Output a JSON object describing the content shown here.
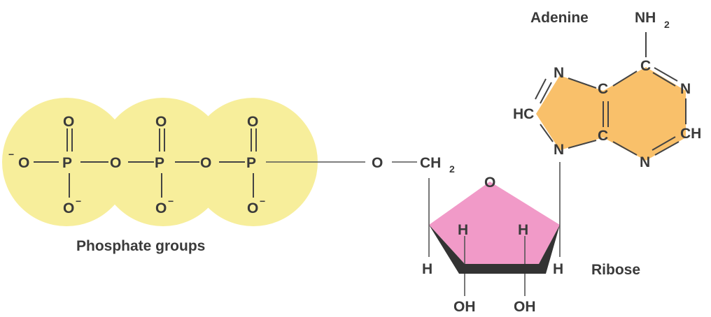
{
  "labels": {
    "phosphate_groups": "Phosphate groups",
    "adenine": "Adenine",
    "ribose": "Ribose"
  },
  "atoms": {
    "o_minus_left": "O",
    "minus": "−",
    "phosphorus": "P",
    "oxygen": "O",
    "o_minus": "O",
    "ch2_c": "CH",
    "ch2_sub": "2",
    "ring_o": "O",
    "hydrogen": "H",
    "hydroxyl": "OH",
    "nh2_n": "NH",
    "nh2_sub": "2",
    "carbon": "C",
    "nitrogen": "N",
    "hc": "HC",
    "ch": "CH"
  },
  "colors": {
    "phosphate_fill": "#f7ee9b",
    "ribose_fill": "#f19ac8",
    "adenine_fill": "#f9c06a",
    "bond": "#444444",
    "text": "#3a3a3a"
  }
}
